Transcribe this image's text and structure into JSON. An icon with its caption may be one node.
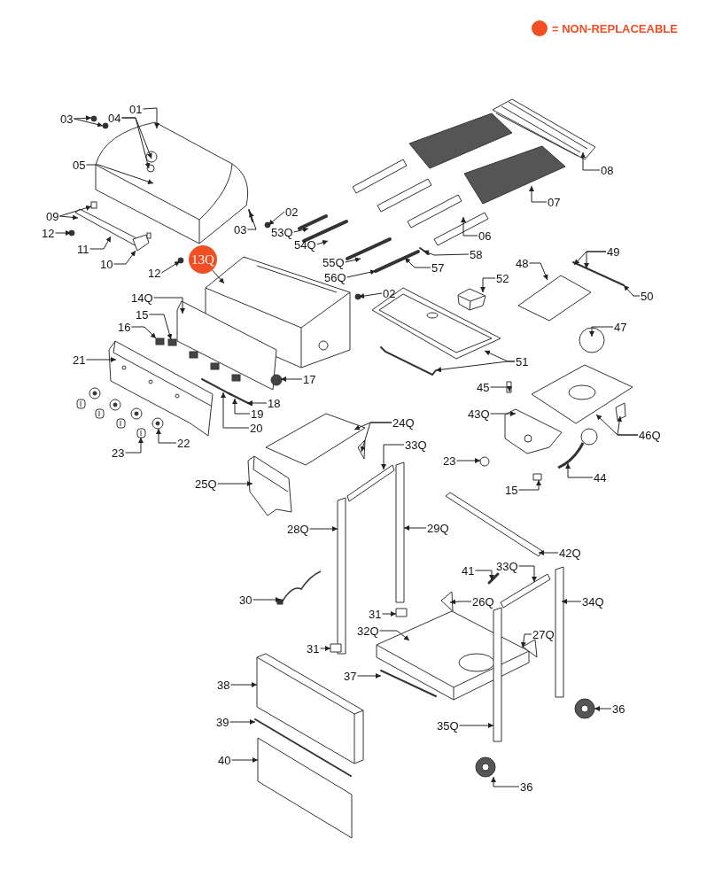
{
  "diagram": {
    "nodes": [
      {
        "text": [
          "01"
        ]
      },
      {
        "text": [
          "03"
        ]
      },
      {
        "text": [
          "04"
        ]
      },
      {
        "text": [
          "05"
        ]
      },
      {
        "text": [
          "08"
        ]
      },
      {
        "text": [
          "07"
        ]
      },
      {
        "text": [
          "02"
        ]
      },
      {
        "text": [
          "09"
        ]
      },
      {
        "text": [
          "03"
        ]
      },
      {
        "text": [
          "53Q"
        ]
      },
      {
        "text": [
          "12"
        ]
      },
      {
        "text": [
          "06"
        ]
      },
      {
        "text": [
          "54Q"
        ]
      },
      {
        "text": [
          "11"
        ]
      },
      {
        "text": [
          "49"
        ]
      },
      {
        "text": [
          "58"
        ]
      },
      {
        "text": [
          "13Q"
        ]
      },
      {
        "text": [
          "55Q"
        ]
      },
      {
        "text": [
          "48"
        ]
      },
      {
        "text": [
          "10"
        ]
      },
      {
        "text": [
          "57"
        ]
      },
      {
        "text": [
          "12"
        ]
      },
      {
        "text": [
          "56Q"
        ]
      },
      {
        "text": [
          "52"
        ]
      },
      {
        "text": [
          "02"
        ]
      },
      {
        "text": [
          "50"
        ]
      },
      {
        "text": [
          "14Q"
        ]
      },
      {
        "text": [
          "15"
        ]
      },
      {
        "text": [
          "16"
        ]
      },
      {
        "text": [
          "47"
        ]
      },
      {
        "text": [
          "21"
        ]
      },
      {
        "text": [
          "51"
        ]
      },
      {
        "text": [
          "17"
        ]
      },
      {
        "text": [
          "45"
        ]
      },
      {
        "text": [
          "18"
        ]
      },
      {
        "text": [
          "19"
        ]
      },
      {
        "text": [
          "43Q"
        ]
      },
      {
        "text": [
          "24Q"
        ]
      },
      {
        "text": [
          "20"
        ]
      },
      {
        "text": [
          "46Q"
        ]
      },
      {
        "text": [
          "22"
        ]
      },
      {
        "text": [
          "33Q"
        ]
      },
      {
        "text": [
          "23"
        ]
      },
      {
        "text": [
          "23"
        ]
      },
      {
        "text": [
          "44"
        ]
      },
      {
        "text": [
          "25Q"
        ]
      },
      {
        "text": [
          "15"
        ]
      },
      {
        "text": [
          "29Q"
        ]
      },
      {
        "text": [
          "28Q"
        ]
      },
      {
        "text": [
          "42Q"
        ]
      },
      {
        "text": [
          "33Q"
        ]
      },
      {
        "text": [
          "41"
        ]
      },
      {
        "text": [
          "30"
        ]
      },
      {
        "text": [
          "34Q"
        ]
      },
      {
        "text": [
          "26Q"
        ]
      },
      {
        "text": [
          "31"
        ]
      },
      {
        "text": [
          "32Q"
        ]
      },
      {
        "text": [
          "27Q"
        ]
      },
      {
        "text": [
          "31"
        ]
      },
      {
        "text": [
          "37"
        ]
      },
      {
        "text": [
          "38"
        ]
      },
      {
        "text": [
          "36"
        ]
      },
      {
        "text": [
          "39"
        ]
      },
      {
        "text": [
          "35Q"
        ]
      },
      {
        "text": [
          "40"
        ]
      },
      {
        "text": [
          "36"
        ]
      },
      {
        "text": [],
        "shape": "picture"
      },
      {
        "text": [],
        "shape": "circle"
      },
      {
        "text": [],
        "shape": "circle"
      },
      {
        "text": [],
        "shape": "picture"
      },
      {
        "text": [],
        "shape": "picture"
      },
      {
        "text": [],
        "shape": "circle"
      },
      {
        "text": [],
        "shape": "picture"
      },
      {
        "text": [],
        "shape": "bar"
      },
      {
        "text": [],
        "shape": "bar"
      },
      {
        "text": [],
        "shape": "bar"
      },
      {
        "text": [],
        "shape": "bar"
      },
      {
        "text": [],
        "shape": "bar"
      },
      {
        "text": [],
        "shape": "circle"
      },
      {
        "text": [],
        "shape": "picture"
      },
      {
        "text": [],
        "shape": "bar"
      },
      {
        "text": [],
        "shape": "bar"
      },
      {
        "text": [],
        "shape": "picture"
      },
      {
        "text": [],
        "shape": "box"
      },
      {
        "text": [],
        "shape": "circle"
      },
      {
        "text": [],
        "shape": "picture"
      },
      {
        "text": [],
        "shape": "circle"
      },
      {
        "text": [],
        "shape": "box"
      },
      {
        "text": [],
        "shape": "picture"
      },
      {
        "text": [],
        "shape": "circle"
      },
      {
        "text": [],
        "shape": "picture"
      },
      {
        "text": [],
        "shape": "picture"
      },
      {
        "text": [],
        "shape": "bar"
      },
      {
        "text": [],
        "shape": "circle"
      },
      {
        "text": [],
        "shape": "box"
      },
      {
        "text": [],
        "shape": "bar"
      },
      {
        "text": [],
        "shape": "picture"
      },
      {
        "text": [],
        "shape": "box"
      },
      {
        "text": [],
        "shape": "triangle"
      },
      {
        "text": [],
        "shape": "bar"
      },
      {
        "text": [],
        "shape": "box"
      },
      {
        "text": [],
        "shape": "picture"
      },
      {
        "text": [],
        "shape": "picture"
      },
      {
        "text": [],
        "shape": "picture"
      },
      {
        "text": [],
        "shape": "box"
      },
      {
        "text": [],
        "shape": "circle"
      },
      {
        "text": [],
        "shape": "picture"
      },
      {
        "text": [],
        "shape": "picture"
      },
      {
        "text": [],
        "shape": "box"
      },
      {
        "text": [],
        "shape": "box"
      },
      {
        "text": [],
        "shape": "box"
      },
      {
        "text": [],
        "shape": "box"
      },
      {
        "text": [],
        "shape": "box"
      },
      {
        "text": [],
        "shape": "bar"
      },
      {
        "text": [],
        "shape": "picture"
      },
      {
        "text": [],
        "shape": "box"
      },
      {
        "text": [],
        "shape": "triangle"
      },
      {
        "text": [],
        "shape": "box"
      },
      {
        "text": [],
        "shape": "picture"
      },
      {
        "text": [],
        "shape": "triangle"
      },
      {
        "text": [],
        "shape": "box"
      },
      {
        "text": [],
        "shape": "bar"
      },
      {
        "text": [],
        "shape": "picture"
      },
      {
        "text": [],
        "shape": "picture"
      },
      {
        "text": [],
        "shape": "bar"
      },
      {
        "text": [],
        "shape": "box"
      },
      {
        "text": [],
        "shape": "box"
      },
      {
        "text": [],
        "shape": "picture"
      }
    ],
    "edges": [
      {
        "from": 0,
        "to": 66,
        "arrow": "to"
      },
      {
        "from": 1,
        "to": 67,
        "arrow": "to"
      },
      {
        "from": 1,
        "to": 68,
        "arrow": "to"
      },
      {
        "from": 2,
        "to": 66,
        "arrow": "to"
      },
      {
        "from": 2,
        "to": 66,
        "arrow": "to"
      },
      {
        "from": 3,
        "to": 66,
        "arrow": "to"
      },
      {
        "from": 4,
        "to": 69,
        "arrow": "to"
      },
      {
        "from": 5,
        "to": 70,
        "arrow": "to"
      },
      {
        "from": 6,
        "to": 71,
        "arrow": "to"
      },
      {
        "from": 7,
        "to": 72,
        "arrow": "to"
      },
      {
        "from": 7,
        "to": 72,
        "arrow": "to"
      },
      {
        "from": 8,
        "to": 73,
        "arrow": "to"
      },
      {
        "from": 9,
        "to": 74,
        "arrow": "to"
      },
      {
        "from": 10,
        "to": 78,
        "arrow": "to"
      },
      {
        "from": 11,
        "to": 79,
        "arrow": "to"
      },
      {
        "from": 12,
        "to": 75,
        "arrow": "to"
      },
      {
        "from": 13,
        "to": 72,
        "arrow": "to"
      },
      {
        "from": 14,
        "to": 80,
        "arrow": "to"
      },
      {
        "from": 14,
        "to": 80,
        "arrow": "to"
      },
      {
        "from": 15,
        "to": 81,
        "arrow": "to"
      },
      {
        "from": 16,
        "to": 82,
        "arrow": "to"
      },
      {
        "from": 17,
        "to": 76,
        "arrow": "to"
      },
      {
        "from": 18,
        "to": 83,
        "arrow": "to"
      },
      {
        "from": 19,
        "to": 72,
        "arrow": "to"
      },
      {
        "from": 20,
        "to": 77,
        "arrow": "to"
      },
      {
        "from": 21,
        "to": 84,
        "arrow": "to"
      },
      {
        "from": 22,
        "to": 77,
        "arrow": "to"
      },
      {
        "from": 23,
        "to": 85,
        "arrow": "to"
      },
      {
        "from": 24,
        "to": 86,
        "arrow": "to"
      },
      {
        "from": 25,
        "to": 80,
        "arrow": "to"
      },
      {
        "from": 26,
        "to": 87,
        "arrow": "to"
      },
      {
        "from": 27,
        "to": 88,
        "arrow": "to"
      },
      {
        "from": 28,
        "to": 88,
        "arrow": "to"
      },
      {
        "from": 29,
        "to": 89,
        "arrow": "to"
      },
      {
        "from": 30,
        "to": 90,
        "arrow": "to"
      },
      {
        "from": 31,
        "to": 91,
        "arrow": "to"
      },
      {
        "from": 31,
        "to": 92,
        "arrow": "to"
      },
      {
        "from": 32,
        "to": 93,
        "arrow": "to"
      },
      {
        "from": 33,
        "to": 94,
        "arrow": "to"
      },
      {
        "from": 34,
        "to": 95,
        "arrow": "to"
      },
      {
        "from": 35,
        "to": 95,
        "arrow": "to"
      },
      {
        "from": 36,
        "to": 96,
        "arrow": "to"
      },
      {
        "from": 37,
        "to": 97,
        "arrow": "to"
      },
      {
        "from": 37,
        "to": 98,
        "arrow": "to"
      },
      {
        "from": 38,
        "to": 99,
        "arrow": "to"
      },
      {
        "from": 39,
        "to": 100,
        "arrow": "to"
      },
      {
        "from": 39,
        "to": 101,
        "arrow": "to"
      },
      {
        "from": 40,
        "to": 102,
        "arrow": "to"
      },
      {
        "from": 41,
        "to": 104,
        "arrow": "to"
      },
      {
        "from": 42,
        "to": 103,
        "arrow": "to"
      },
      {
        "from": 43,
        "to": 105,
        "arrow": "to"
      },
      {
        "from": 44,
        "to": 106,
        "arrow": "to"
      },
      {
        "from": 45,
        "to": 107,
        "arrow": "to"
      },
      {
        "from": 46,
        "to": 108,
        "arrow": "to"
      },
      {
        "from": 47,
        "to": 109,
        "arrow": "to"
      },
      {
        "from": 48,
        "to": 110,
        "arrow": "to"
      },
      {
        "from": 49,
        "to": 111,
        "arrow": "to"
      },
      {
        "from": 50,
        "to": 112,
        "arrow": "to"
      },
      {
        "from": 51,
        "to": 113,
        "arrow": "to"
      },
      {
        "from": 52,
        "to": 114,
        "arrow": "to"
      },
      {
        "from": 53,
        "to": 115,
        "arrow": "to"
      },
      {
        "from": 54,
        "to": 116,
        "arrow": "to"
      },
      {
        "from": 55,
        "to": 117,
        "arrow": "to"
      },
      {
        "from": 56,
        "to": 118,
        "arrow": "to"
      },
      {
        "from": 57,
        "to": 119,
        "arrow": "to"
      },
      {
        "from": 58,
        "to": 120,
        "arrow": "to"
      },
      {
        "from": 59,
        "to": 121,
        "arrow": "to"
      },
      {
        "from": 60,
        "to": 122,
        "arrow": "to"
      },
      {
        "from": 61,
        "to": 123,
        "arrow": "to"
      },
      {
        "from": 62,
        "to": 124,
        "arrow": "to"
      },
      {
        "from": 63,
        "to": 125,
        "arrow": "to"
      },
      {
        "from": 64,
        "to": 126,
        "arrow": "to"
      },
      {
        "from": 65,
        "to": 127,
        "arrow": "to"
      }
    ],
    "legend": [
      {
        "text": "= NON-REPLACEABLE",
        "color": "#f04e23"
      }
    ]
  }
}
